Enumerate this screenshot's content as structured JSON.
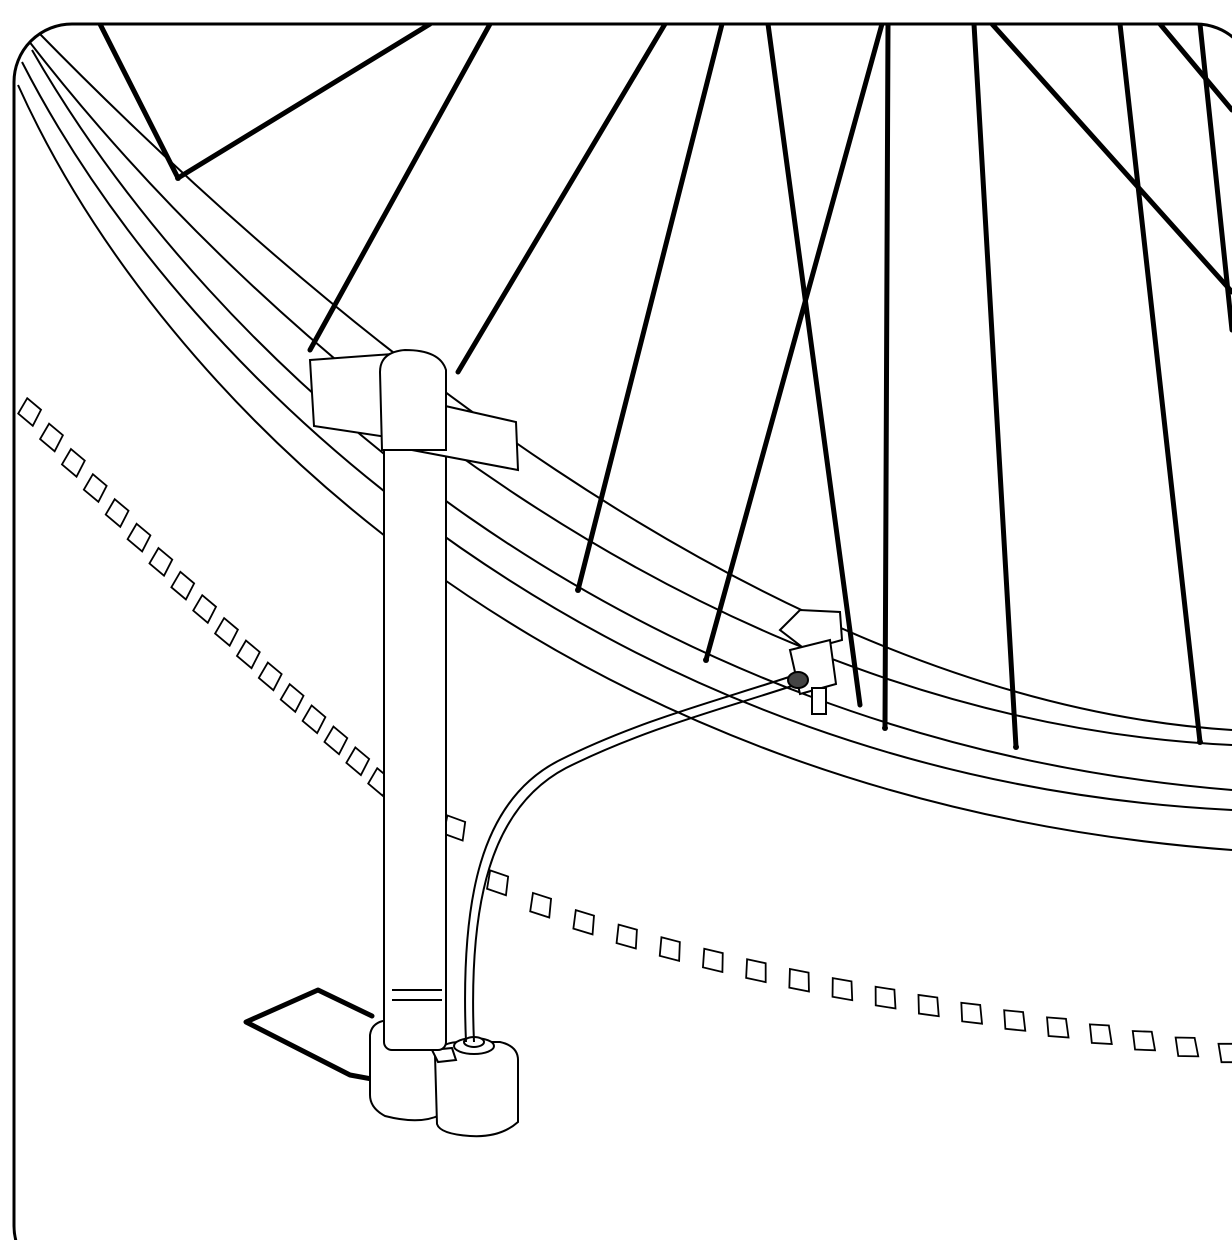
{
  "illustration": {
    "kind": "line-art instruction diagram",
    "subject_icons": [
      "bicycle-wheel-icon",
      "floor-pump-icon",
      "valve-icon",
      "chain-icon"
    ],
    "colors": {
      "background": "#ffffff",
      "ink": "#000000",
      "frame_shadow": "#7a7a7a"
    },
    "wheel": {
      "spoke_count": 16
    },
    "chain": {
      "upper_link_count": 17,
      "lower_link_count": 19
    }
  }
}
